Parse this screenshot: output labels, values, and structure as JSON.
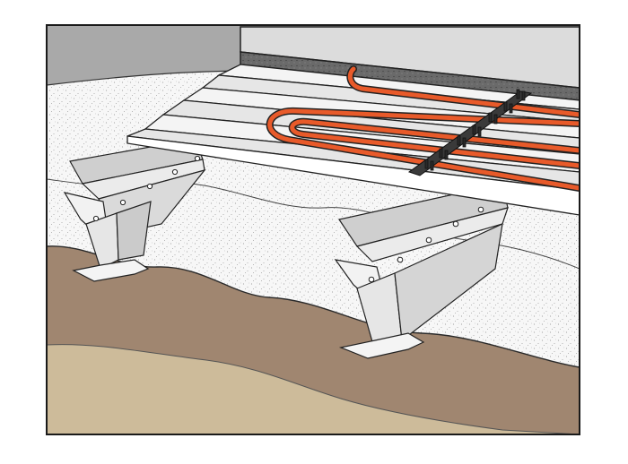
{
  "illustration": {
    "components": [
      {
        "id": "slab",
        "color": "#dcdcdc"
      },
      {
        "id": "insulation-board",
        "color": "#6a6a6a"
      },
      {
        "id": "sheathing-rails",
        "count": 6,
        "color": "#f4f4f4"
      },
      {
        "id": "radiant-heat-tubing",
        "loops": 2,
        "color": "#e85a2a"
      },
      {
        "id": "tubing-clip-strip",
        "color": "#333333"
      },
      {
        "id": "steel-joists",
        "count": 2,
        "color": "#d8d8d8"
      },
      {
        "id": "fill-layer",
        "color": "#f7f7f7"
      },
      {
        "id": "soil",
        "color": "#a08670"
      },
      {
        "id": "subsoil",
        "color": "#cdbb9a"
      },
      {
        "id": "background",
        "color": "#a9a9a9"
      }
    ],
    "frame_color": "#1a1a1a"
  }
}
